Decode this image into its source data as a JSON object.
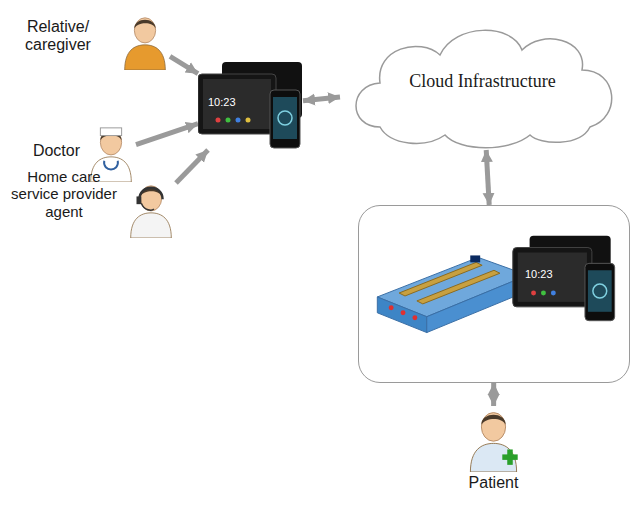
{
  "diagram": {
    "nodes": [
      {
        "text": [
          "Relative/ caregiver"
        ]
      },
      {
        "text": [
          "Doctor"
        ]
      },
      {
        "text": [
          "Home care service provider agent"
        ]
      },
      {
        "text": [
          "10:23"
        ]
      },
      {
        "text": [
          "Cloud Infrastructure"
        ]
      },
      {
        "text": [
          "10:23"
        ]
      },
      {
        "text": [
          "Patient"
        ]
      }
    ],
    "edges": [
      {
        "from": 0,
        "to": 3,
        "arrow": "to"
      },
      {
        "from": 1,
        "to": 3,
        "arrow": "to"
      },
      {
        "from": 2,
        "to": 3,
        "arrow": "to"
      },
      {
        "from": 3,
        "to": 4,
        "arrow": "both"
      },
      {
        "from": 4,
        "to": 5,
        "arrow": "both"
      },
      {
        "from": 5,
        "to": 6,
        "arrow": "both"
      }
    ]
  }
}
